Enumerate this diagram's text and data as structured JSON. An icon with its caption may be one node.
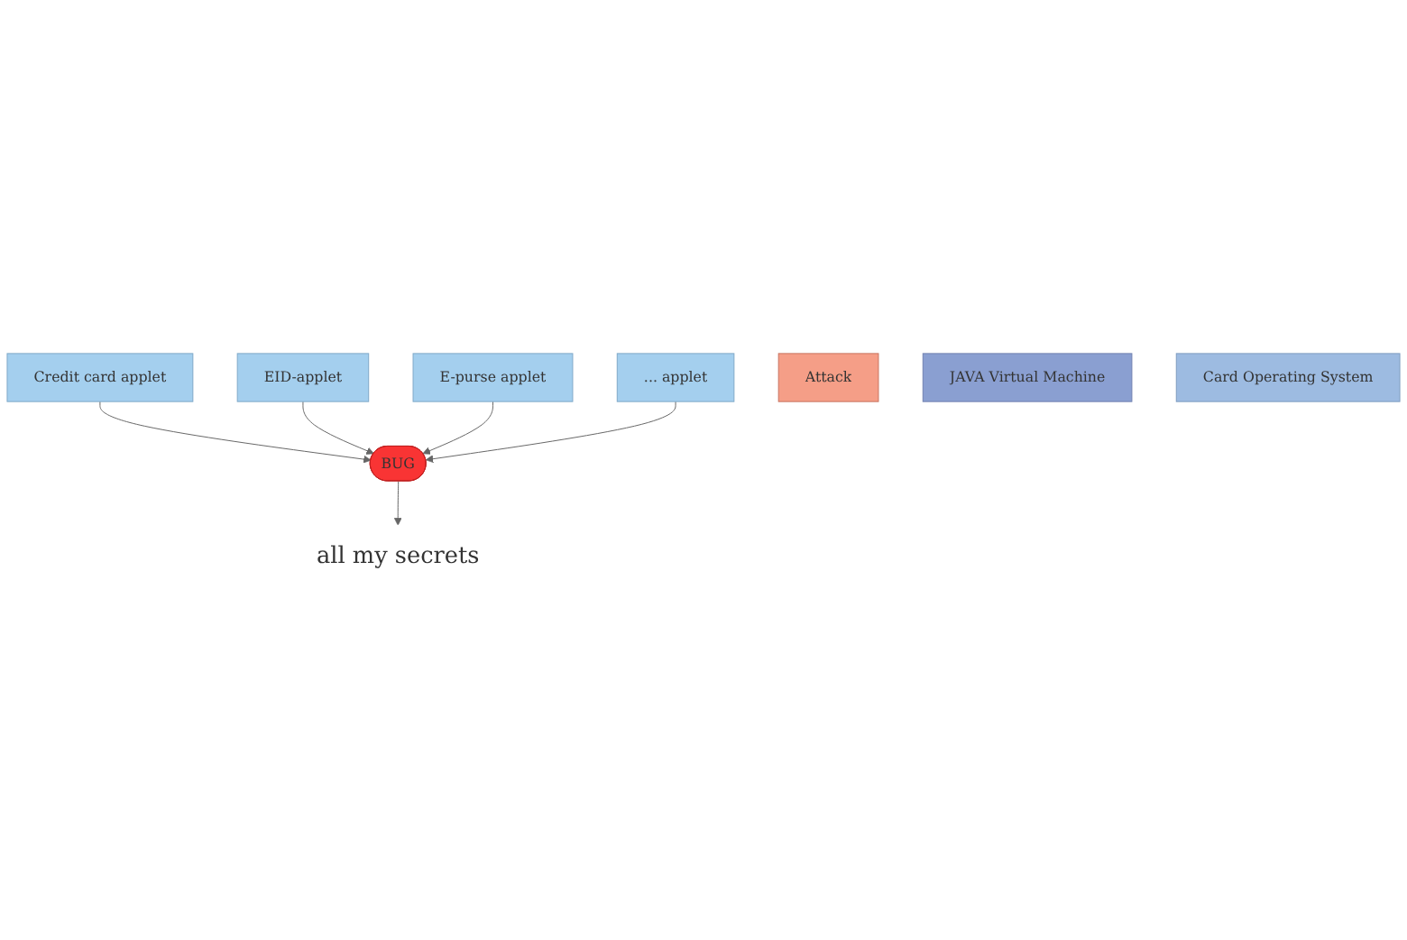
{
  "diagram": {
    "nodes": [
      {
        "text": [
          "Credit card applet"
        ]
      },
      {
        "text": [
          "EID-applet"
        ]
      },
      {
        "text": [
          "E-purse applet"
        ]
      },
      {
        "text": [
          "... applet"
        ]
      },
      {
        "text": [
          "Attack"
        ]
      },
      {
        "text": [
          "JAVA Virtual Machine"
        ]
      },
      {
        "text": [
          "Card Operating System"
        ]
      },
      {
        "text": [
          "BUG"
        ]
      },
      {
        "text": [
          "all my secrets"
        ]
      }
    ],
    "edges": [
      {
        "from": 0,
        "to": 7,
        "arrow": "to"
      },
      {
        "from": 1,
        "to": 7,
        "arrow": "to"
      },
      {
        "from": 2,
        "to": 7,
        "arrow": "to"
      },
      {
        "from": 3,
        "to": 7,
        "arrow": "to"
      },
      {
        "from": 7,
        "to": 8,
        "arrow": "to"
      }
    ]
  }
}
